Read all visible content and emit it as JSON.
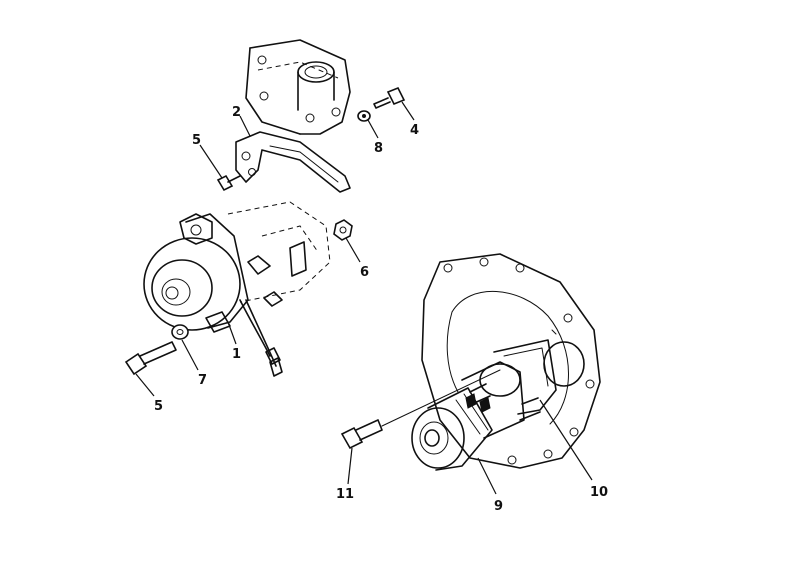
{
  "callouts": [
    {
      "id": "c2",
      "text": "2"
    },
    {
      "id": "c5a",
      "text": "5"
    },
    {
      "id": "c8",
      "text": "8"
    },
    {
      "id": "c4",
      "text": "4"
    },
    {
      "id": "c6",
      "text": "6"
    },
    {
      "id": "c7",
      "text": "7"
    },
    {
      "id": "c1",
      "text": "1"
    },
    {
      "id": "c5b",
      "text": "5"
    },
    {
      "id": "c11",
      "text": "11"
    },
    {
      "id": "c9",
      "text": "9"
    },
    {
      "id": "c10",
      "text": "10"
    }
  ]
}
